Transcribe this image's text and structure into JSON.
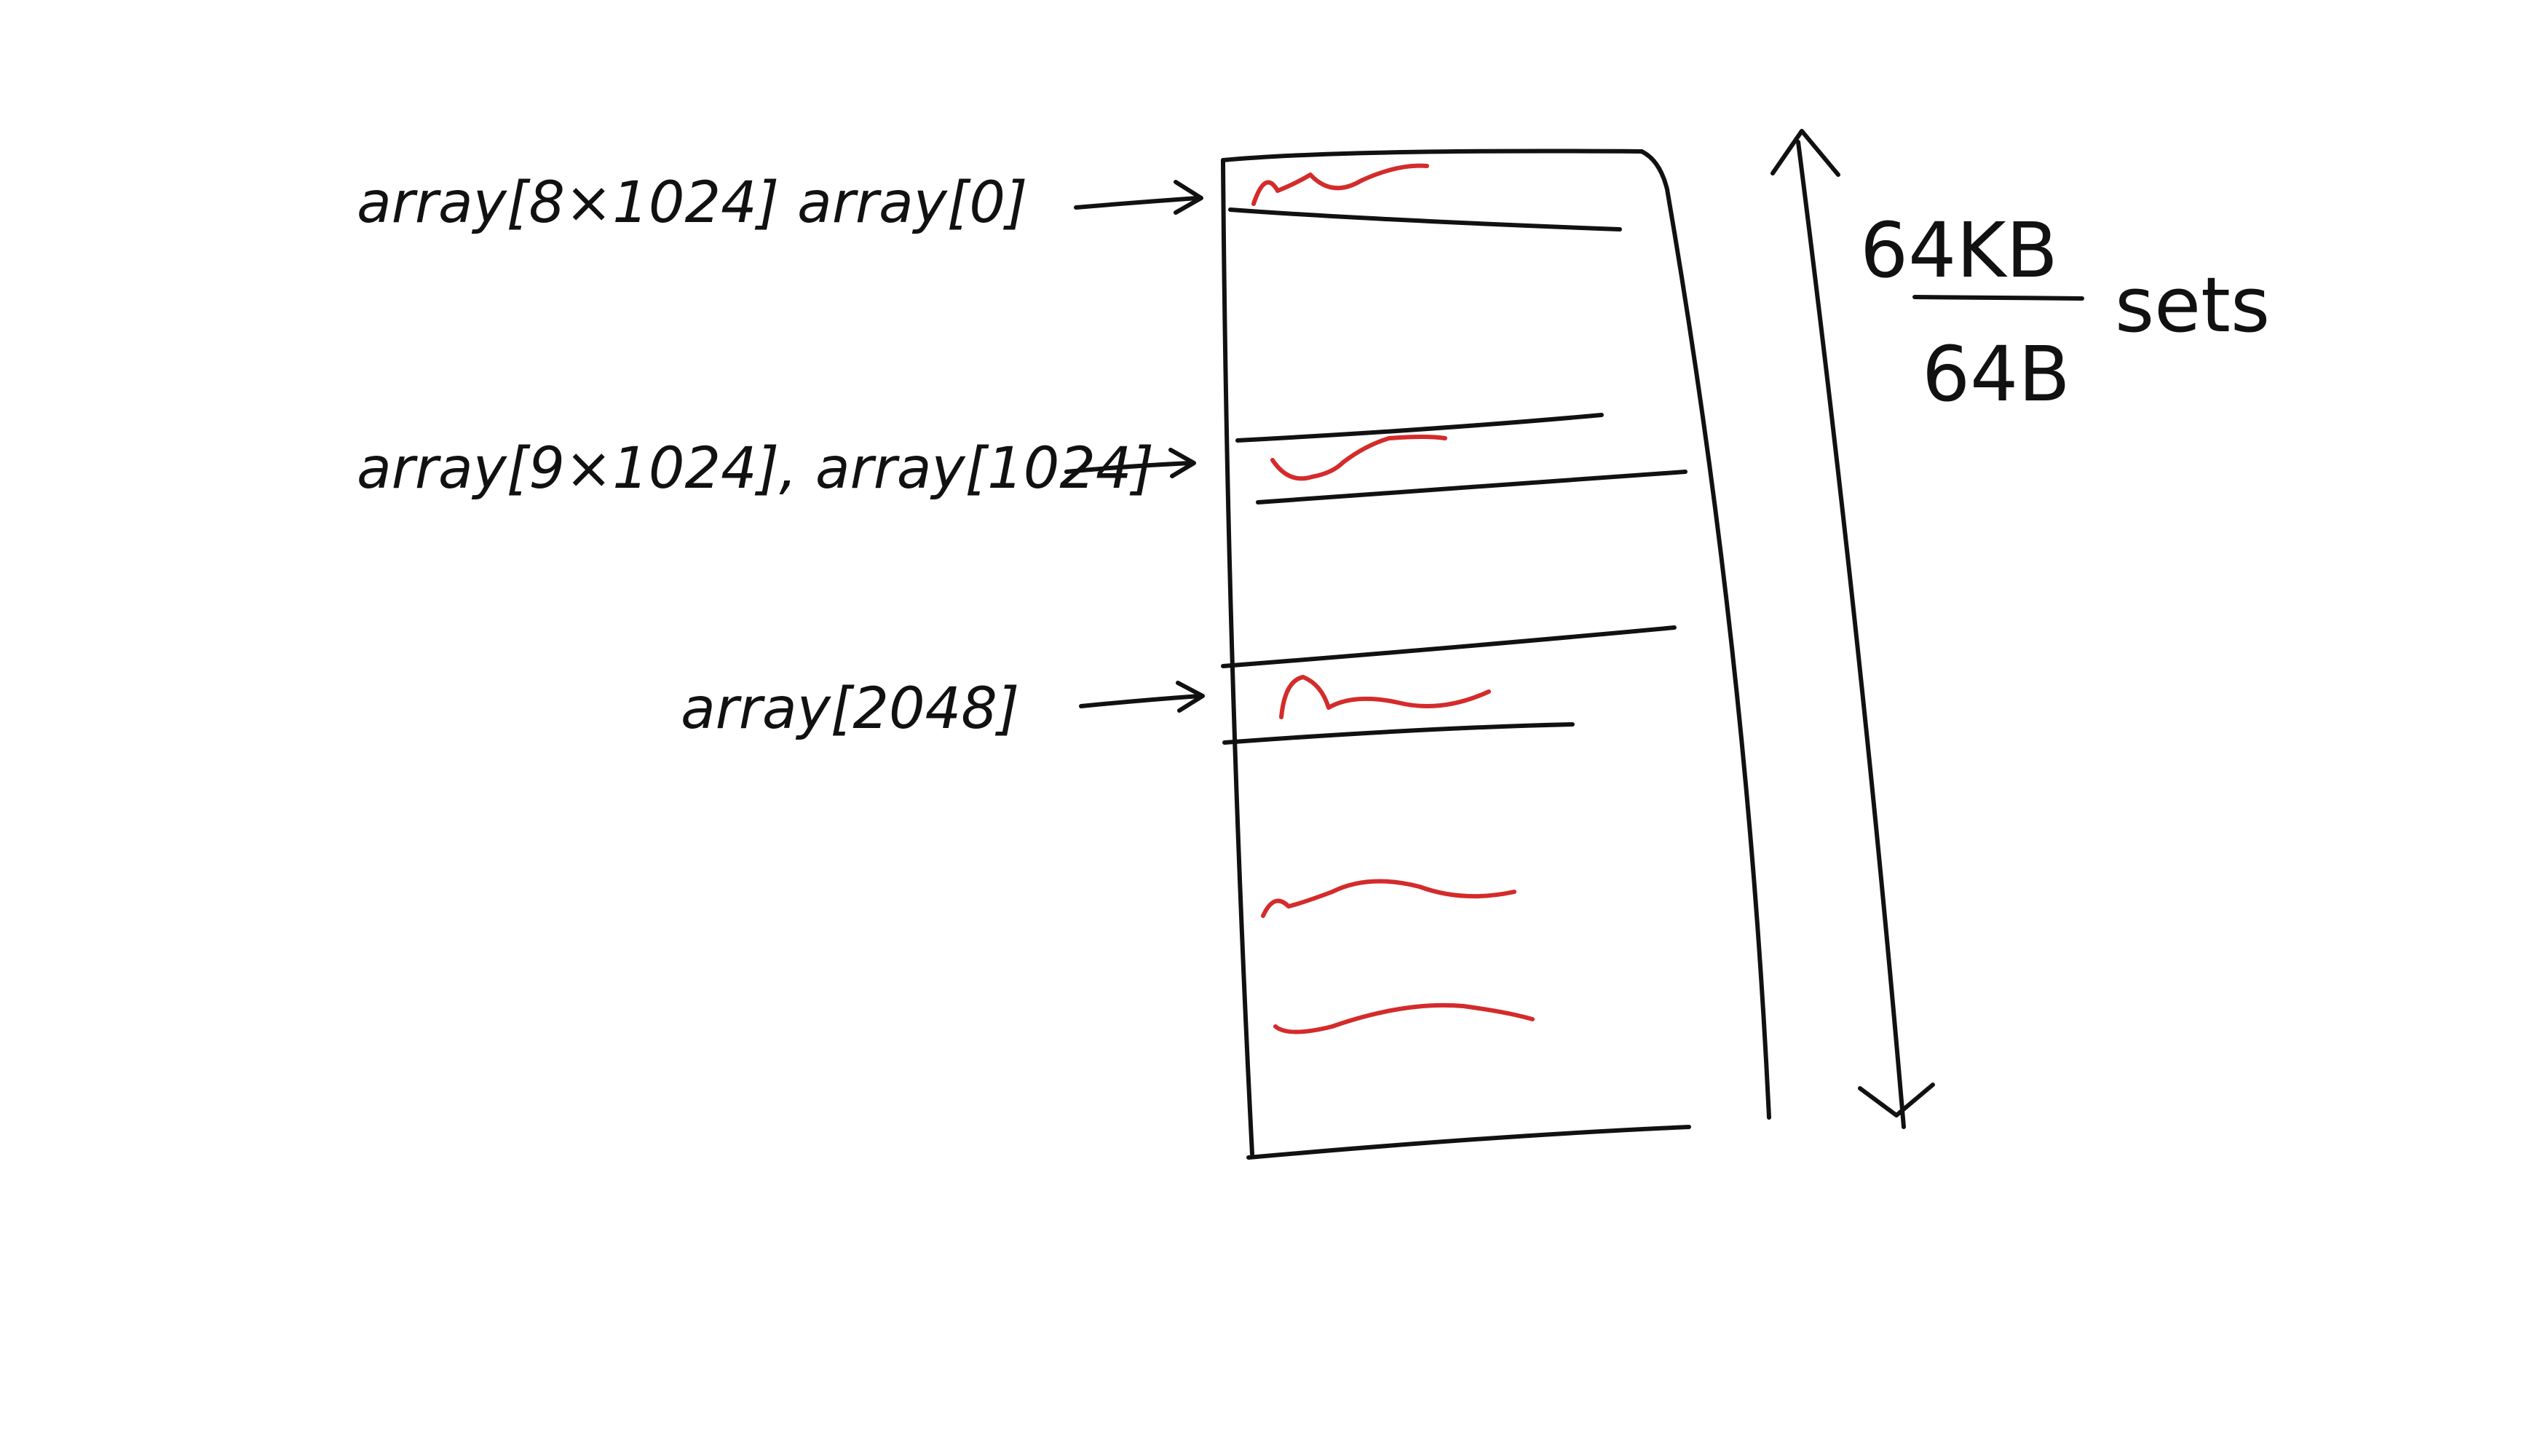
{
  "labels": {
    "row0": "array[8×1024]  array[0]",
    "row1": "array[9×1024], array[1024]",
    "row2": "array[2048]"
  },
  "side": {
    "numerator": "64KB",
    "denominator": "64B",
    "unit": "sets"
  },
  "colors": {
    "ink": "#111111",
    "cache_line_mark": "#d42b2b"
  }
}
